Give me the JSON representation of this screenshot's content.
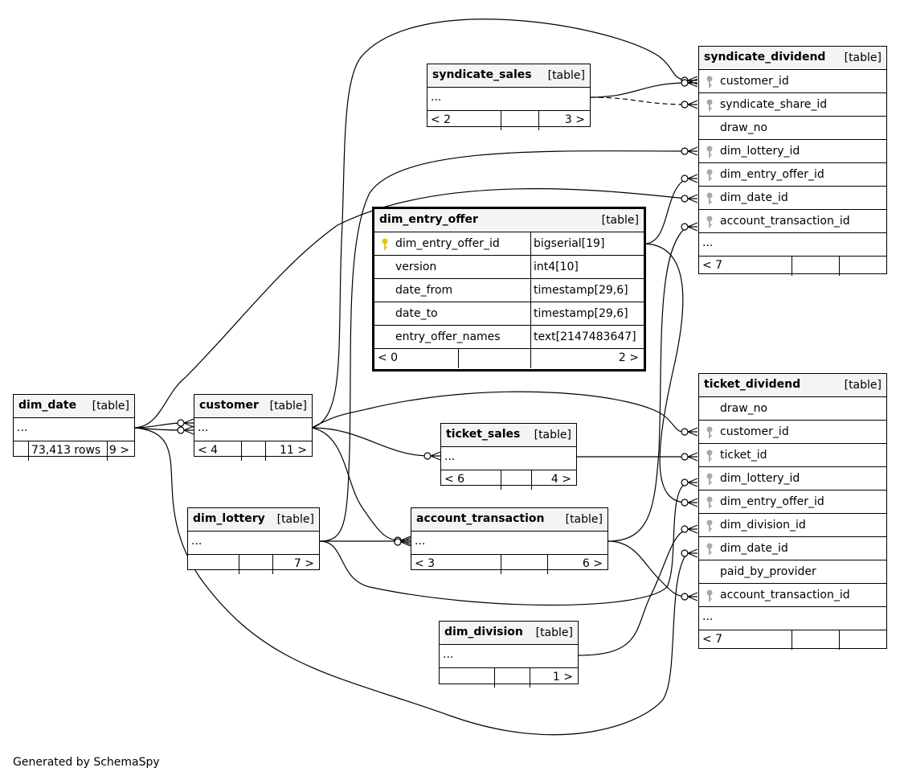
{
  "footer": "Generated by SchemaSpy",
  "tables": {
    "dim_date": {
      "name": "dim_date",
      "kind": "[table]",
      "ellipsis": "...",
      "rows": "73,413 rows",
      "right": "9 >"
    },
    "customer": {
      "name": "customer",
      "kind": "[table]",
      "ellipsis": "...",
      "left": "< 4",
      "right": "11 >"
    },
    "dim_lottery": {
      "name": "dim_lottery",
      "kind": "[table]",
      "ellipsis": "...",
      "right": "7 >"
    },
    "syndicate_sales": {
      "name": "syndicate_sales",
      "kind": "[table]",
      "ellipsis": "...",
      "left": "< 2",
      "right": "3 >"
    },
    "ticket_sales": {
      "name": "ticket_sales",
      "kind": "[table]",
      "ellipsis": "...",
      "left": "< 6",
      "right": "4 >"
    },
    "account_transaction": {
      "name": "account_transaction",
      "kind": "[table]",
      "ellipsis": "...",
      "left": "< 3",
      "right": "6 >"
    },
    "dim_division": {
      "name": "dim_division",
      "kind": "[table]",
      "ellipsis": "...",
      "right": "1 >"
    },
    "dim_entry_offer": {
      "name": "dim_entry_offer",
      "kind": "[table]",
      "columns": [
        {
          "name": "dim_entry_offer_id",
          "type": "bigserial[19]",
          "pk": true
        },
        {
          "name": "version",
          "type": "int4[10]"
        },
        {
          "name": "date_from",
          "type": "timestamp[29,6]"
        },
        {
          "name": "date_to",
          "type": "timestamp[29,6]"
        },
        {
          "name": "entry_offer_names",
          "type": "text[2147483647]"
        }
      ],
      "left": "< 0",
      "right": "2 >"
    },
    "syndicate_dividend": {
      "name": "syndicate_dividend",
      "kind": "[table]",
      "columns": [
        {
          "name": "customer_id",
          "fk": true
        },
        {
          "name": "syndicate_share_id",
          "fk": true
        },
        {
          "name": "draw_no"
        },
        {
          "name": "dim_lottery_id",
          "fk": true
        },
        {
          "name": "dim_entry_offer_id",
          "fk": true
        },
        {
          "name": "dim_date_id",
          "fk": true
        },
        {
          "name": "account_transaction_id",
          "fk": true
        }
      ],
      "ellipsis": "...",
      "left": "< 7"
    },
    "ticket_dividend": {
      "name": "ticket_dividend",
      "kind": "[table]",
      "columns": [
        {
          "name": "draw_no"
        },
        {
          "name": "customer_id",
          "fk": true
        },
        {
          "name": "ticket_id",
          "fk": true
        },
        {
          "name": "dim_lottery_id",
          "fk": true
        },
        {
          "name": "dim_entry_offer_id",
          "fk": true
        },
        {
          "name": "dim_division_id",
          "fk": true
        },
        {
          "name": "dim_date_id",
          "fk": true
        },
        {
          "name": "paid_by_provider"
        },
        {
          "name": "account_transaction_id",
          "fk": true
        }
      ],
      "ellipsis": "...",
      "left": "< 7"
    }
  },
  "colors": {
    "primary_key": "#e6c700",
    "foreign_key": "#a8a8a8",
    "header_bg": "#f4f4f4",
    "line": "#000000"
  }
}
